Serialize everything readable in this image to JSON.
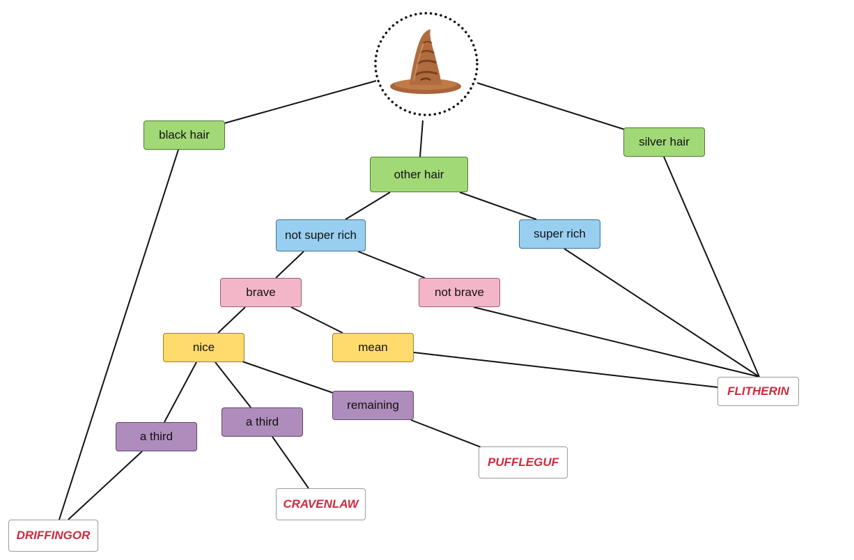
{
  "diagram": {
    "root": {
      "icon": "sorting-hat-icon"
    },
    "nodes": {
      "black_hair": "black hair",
      "other_hair": "other hair",
      "silver_hair": "silver hair",
      "not_super_rich": "not super rich",
      "super_rich": "super rich",
      "brave": "brave",
      "not_brave": "not brave",
      "nice": "nice",
      "mean": "mean",
      "remaining": "remaining",
      "a_third_1": "a third",
      "a_third_2": "a third"
    },
    "houses": {
      "flitherin": "FLITHERIN",
      "puffleguf": "PUFFLEGUF",
      "cravenlaw": "CRAVENLAW",
      "driffingor": "DRIFFINGOR"
    },
    "edges": [
      [
        "root",
        "black_hair"
      ],
      [
        "root",
        "other_hair"
      ],
      [
        "root",
        "silver_hair"
      ],
      [
        "black_hair",
        "driffingor"
      ],
      [
        "other_hair",
        "not_super_rich"
      ],
      [
        "other_hair",
        "super_rich"
      ],
      [
        "silver_hair",
        "flitherin"
      ],
      [
        "super_rich",
        "flitherin"
      ],
      [
        "not_super_rich",
        "brave"
      ],
      [
        "not_super_rich",
        "not_brave"
      ],
      [
        "not_brave",
        "flitherin"
      ],
      [
        "brave",
        "nice"
      ],
      [
        "brave",
        "mean"
      ],
      [
        "mean",
        "flitherin"
      ],
      [
        "nice",
        "a_third_1"
      ],
      [
        "nice",
        "a_third_2"
      ],
      [
        "nice",
        "remaining"
      ],
      [
        "a_third_1",
        "driffingor"
      ],
      [
        "a_third_2",
        "cravenlaw"
      ],
      [
        "remaining",
        "puffleguf"
      ]
    ],
    "colors": {
      "hair": "#a2d977",
      "wealth": "#98cff1",
      "courage": "#f3b6c8",
      "temper": "#fedb6c",
      "share": "#ae8dbd",
      "house_text": "#cd2b3e"
    }
  }
}
